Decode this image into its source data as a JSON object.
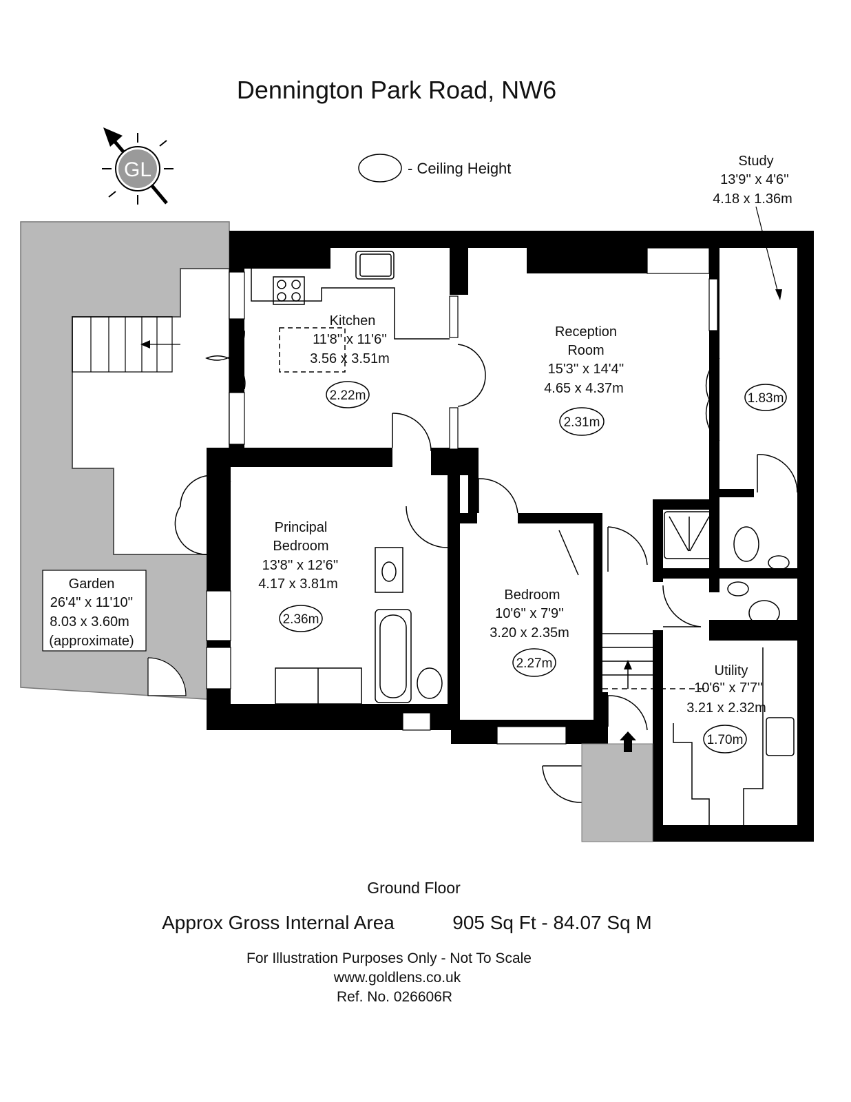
{
  "title": "Dennington Park Road, NW6",
  "compass": {
    "label": "GL",
    "color": "#9a9a9a"
  },
  "legend": {
    "ceiling_label": "- Ceiling Height"
  },
  "rooms": {
    "study": {
      "name": "Study",
      "imperial": "13'9'' x 4'6''",
      "metric": "4.18 x 1.36m",
      "ceiling": "1.83m"
    },
    "kitchen": {
      "name": "Kitchen",
      "imperial": "11'8'' x 11'6''",
      "metric": "3.56 x 3.51m",
      "ceiling": "2.22m"
    },
    "reception": {
      "name_1": "Reception",
      "name_2": "Room",
      "imperial": "15'3'' x 14'4''",
      "metric": "4.65 x 4.37m",
      "ceiling": "2.31m"
    },
    "principal_bedroom": {
      "name_1": "Principal",
      "name_2": "Bedroom",
      "imperial": "13'8'' x 12'6''",
      "metric": "4.17 x 3.81m",
      "ceiling": "2.36m"
    },
    "bedroom": {
      "name": "Bedroom",
      "imperial": "10'6'' x 7'9''",
      "metric": "3.20 x 2.35m",
      "ceiling": "2.27m"
    },
    "utility": {
      "name": "Utility",
      "imperial": "10'6'' x 7'7''",
      "metric": "3.21 x 2.32m",
      "ceiling": "1.70m"
    },
    "garden": {
      "name": "Garden",
      "imperial": "26'4'' x 11'10''",
      "metric": "8.03 x 3.60m",
      "note": "(approximate)"
    }
  },
  "footer": {
    "floor": "Ground Floor",
    "area_label": "Approx Gross Internal Area",
    "area_value": "905 Sq Ft  - 84.07 Sq M",
    "disclaimer": "For Illustration Purposes Only - Not To Scale",
    "website": "www.goldlens.co.uk",
    "reference": "Ref. No. 026606R"
  }
}
